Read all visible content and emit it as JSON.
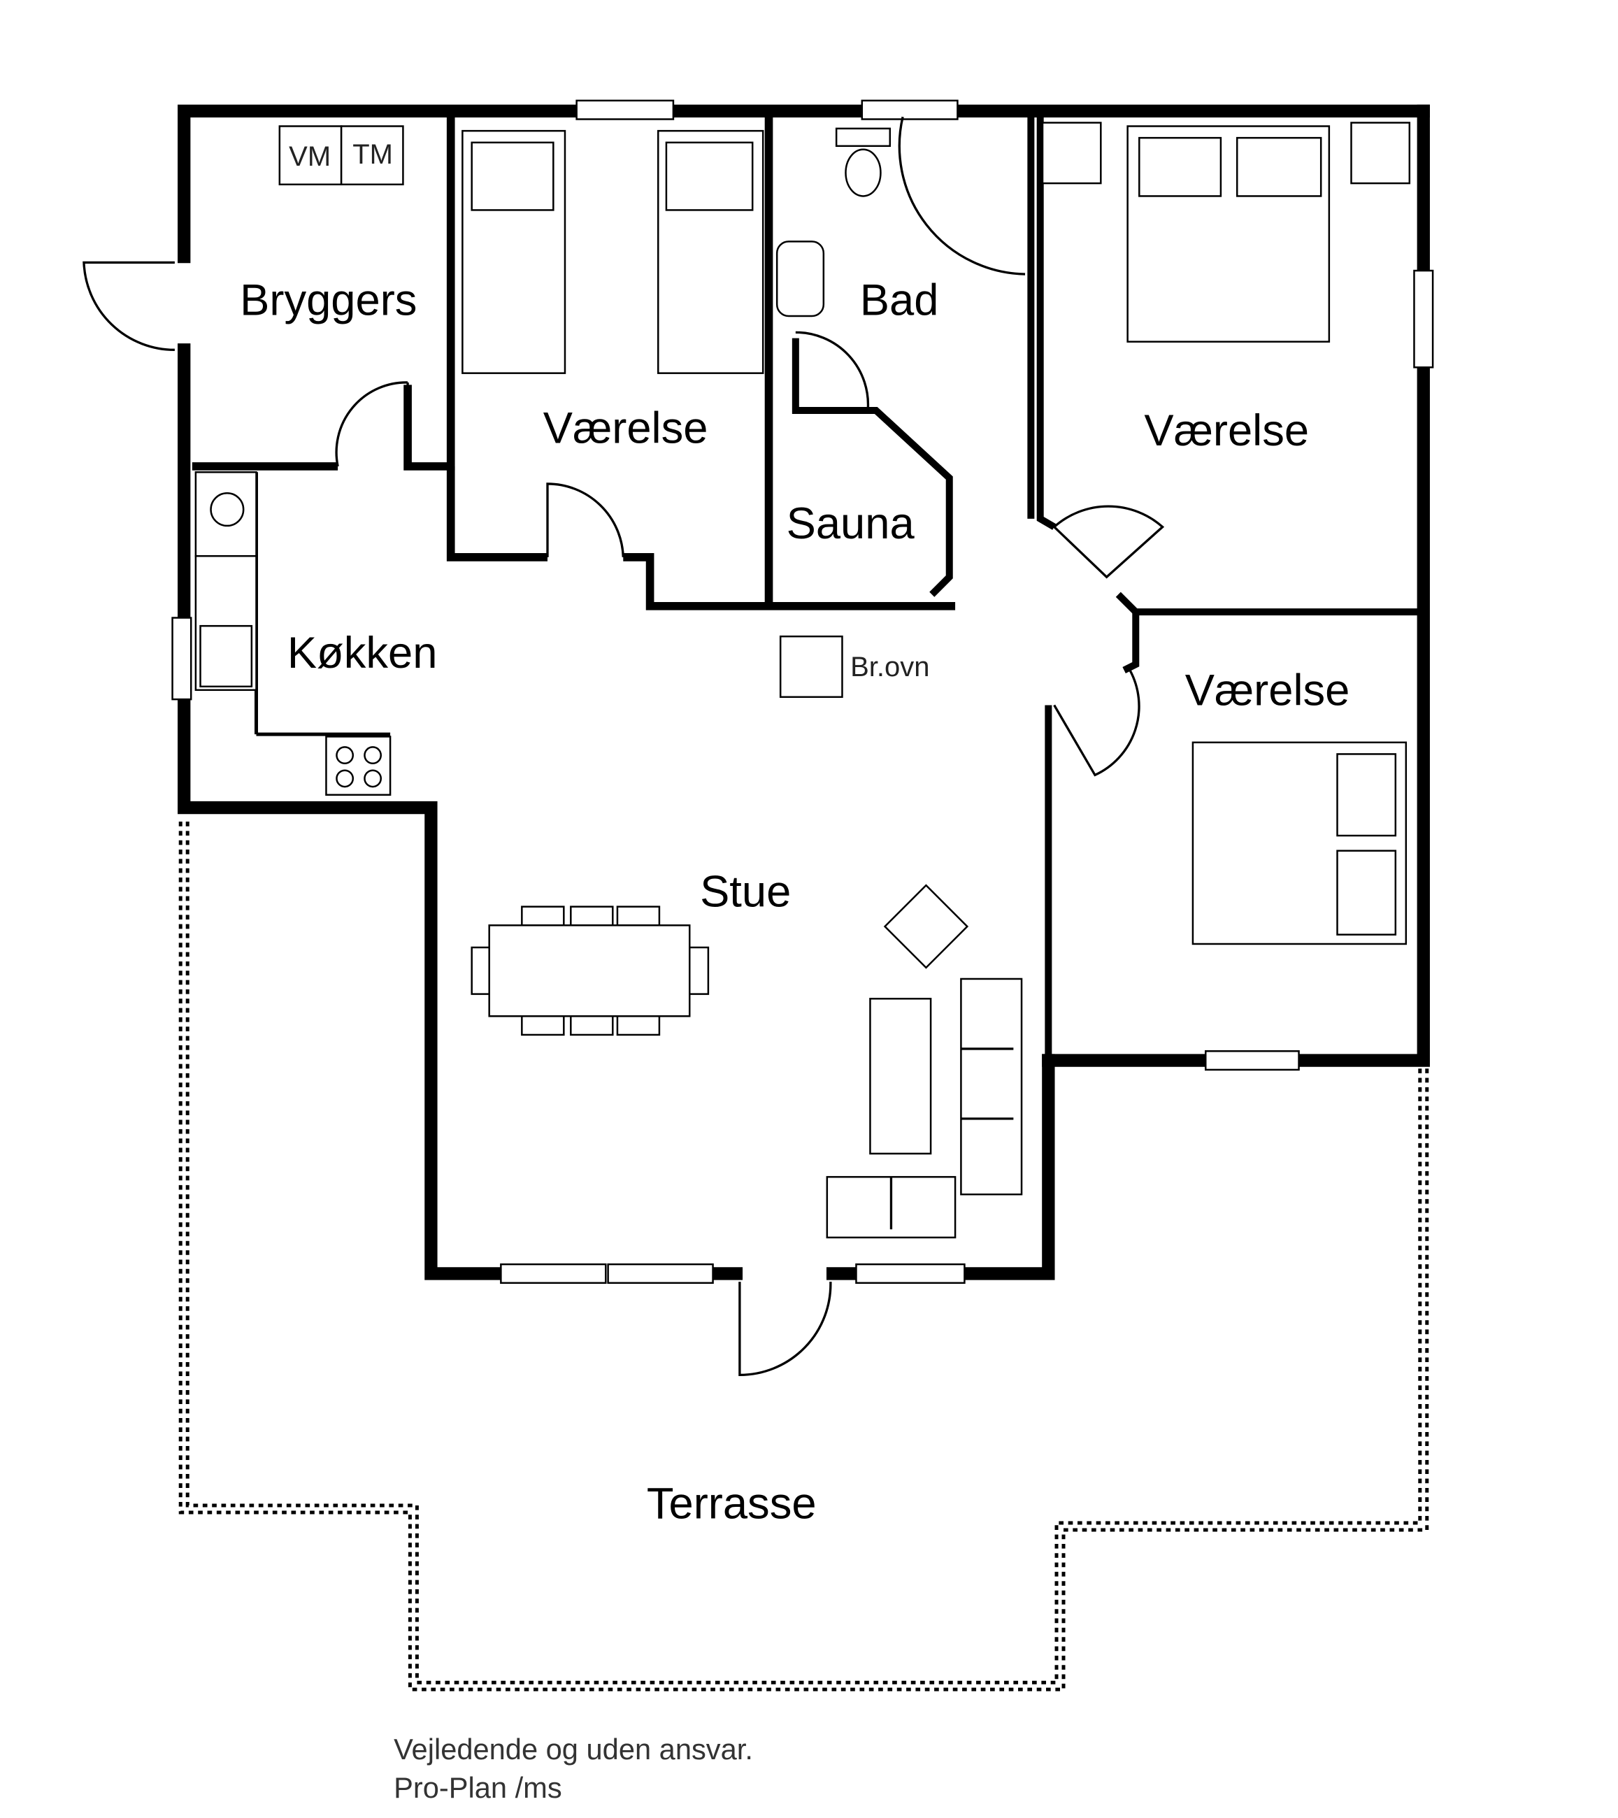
{
  "rooms": {
    "bryggers": "Bryggers",
    "vaerelse_1": "Værelse",
    "bad": "Bad",
    "sauna": "Sauna",
    "vaerelse_2": "Værelse",
    "koekken": "Køkken",
    "vaerelse_3": "Værelse",
    "stue": "Stue",
    "terrasse": "Terrasse"
  },
  "fixtures": {
    "washer": "VM",
    "dryer": "TM",
    "stove": "Br.ovn"
  },
  "footer": {
    "line1": "Vejledende og uden ansvar.",
    "line2": "Pro-Plan /ms"
  }
}
